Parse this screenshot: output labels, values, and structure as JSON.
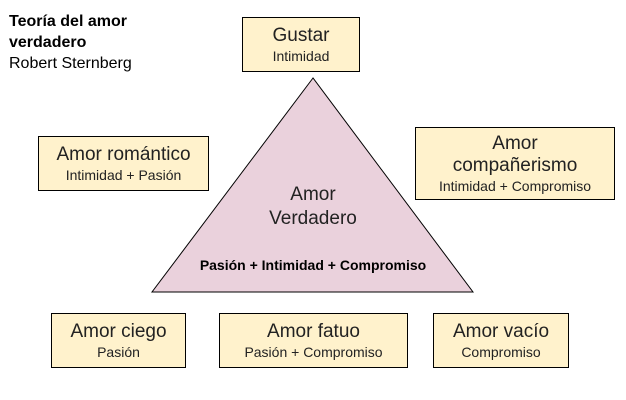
{
  "title": {
    "line1": "Teoría del amor",
    "line2": "verdadero",
    "author": "Robert Sternberg"
  },
  "center": {
    "line1": "Amor",
    "line2": "Verdadero",
    "components": "Pasión + Intimidad + Compromiso"
  },
  "boxes": {
    "gustar": {
      "title": "Gustar",
      "sub": "Intimidad"
    },
    "romantico": {
      "title": "Amor romántico",
      "sub": "Intimidad + Pasión"
    },
    "companerismo": {
      "title1": "Amor",
      "title2": "compañerismo",
      "sub": "Intimidad + Compromiso"
    },
    "ciego": {
      "title": "Amor ciego",
      "sub": "Pasión"
    },
    "fatuo": {
      "title": "Amor fatuo",
      "sub": "Pasión + Compromiso"
    },
    "vacio": {
      "title": "Amor vacío",
      "sub": "Compromiso"
    }
  },
  "colors": {
    "box": "#fff2cc",
    "triangle": "#ead1dc"
  }
}
